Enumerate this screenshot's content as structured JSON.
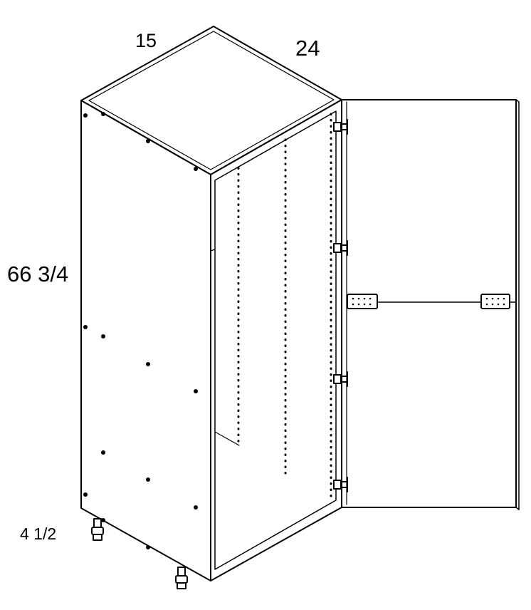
{
  "dimensions": {
    "width": "15",
    "depth": "24",
    "height": "66 3/4",
    "toe_kick": "4 1/2"
  },
  "colors": {
    "line": "#000000",
    "background": "#ffffff"
  },
  "components": {
    "cabinet": "tall-cabinet",
    "door": "open-door",
    "hinge_count": 4,
    "leveling_leg_count": 2,
    "shelf_pin_rows": 3,
    "door_hardware": "door-brackets"
  }
}
